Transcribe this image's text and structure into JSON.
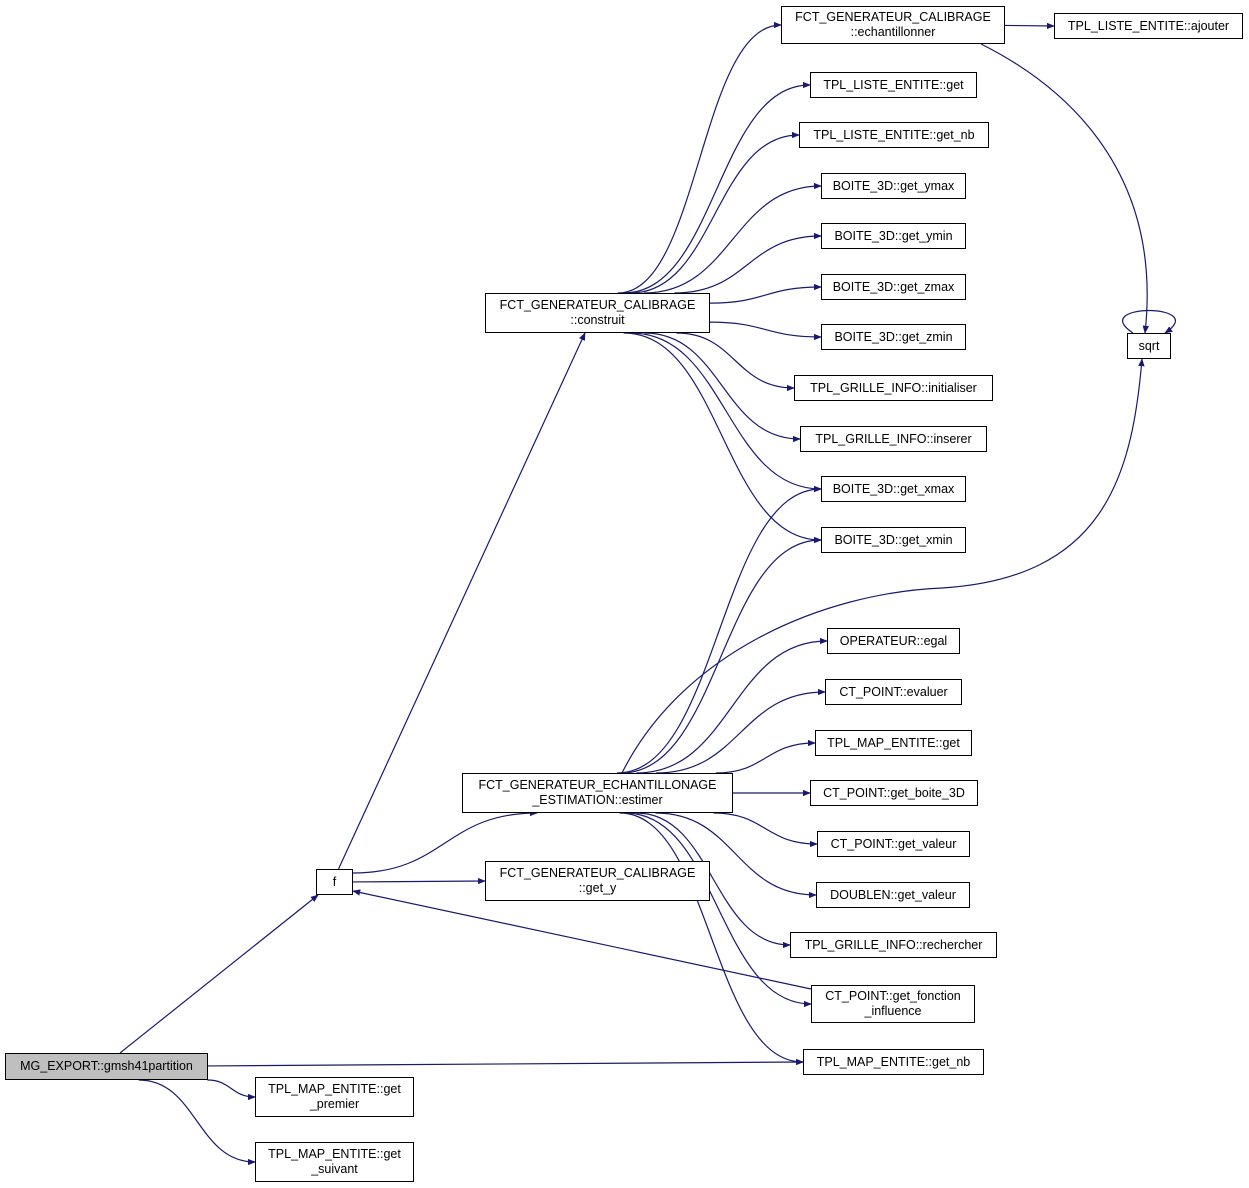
{
  "diagram": {
    "type": "call-graph",
    "edge_color": "#191970",
    "root_fill": "#bfbfbf",
    "nodes": [
      {
        "id": "root",
        "lines": [
          "MG_EXPORT::gmsh41partition"
        ],
        "root": true
      },
      {
        "id": "f",
        "lines": [
          "f"
        ]
      },
      {
        "id": "construit",
        "lines": [
          "FCT_GENERATEUR_CALIBRAGE",
          "::construit"
        ]
      },
      {
        "id": "estimer",
        "lines": [
          "FCT_GENERATEUR_ECHANTILLONAGE",
          "_ESTIMATION::estimer"
        ]
      },
      {
        "id": "get_y",
        "lines": [
          "FCT_GENERATEUR_CALIBRAGE",
          "::get_y"
        ]
      },
      {
        "id": "echant",
        "lines": [
          "FCT_GENERATEUR_CALIBRAGE",
          "::echantillonner"
        ]
      },
      {
        "id": "ajouter",
        "lines": [
          "TPL_LISTE_ENTITE::ajouter"
        ]
      },
      {
        "id": "lget",
        "lines": [
          "TPL_LISTE_ENTITE::get"
        ]
      },
      {
        "id": "lgetnb",
        "lines": [
          "TPL_LISTE_ENTITE::get_nb"
        ]
      },
      {
        "id": "ymax",
        "lines": [
          "BOITE_3D::get_ymax"
        ]
      },
      {
        "id": "ymin",
        "lines": [
          "BOITE_3D::get_ymin"
        ]
      },
      {
        "id": "zmax",
        "lines": [
          "BOITE_3D::get_zmax"
        ]
      },
      {
        "id": "zmin",
        "lines": [
          "BOITE_3D::get_zmin"
        ]
      },
      {
        "id": "init",
        "lines": [
          "TPL_GRILLE_INFO::initialiser"
        ]
      },
      {
        "id": "inserer",
        "lines": [
          "TPL_GRILLE_INFO::inserer"
        ]
      },
      {
        "id": "xmax",
        "lines": [
          "BOITE_3D::get_xmax"
        ]
      },
      {
        "id": "xmin",
        "lines": [
          "BOITE_3D::get_xmin"
        ]
      },
      {
        "id": "sqrt",
        "lines": [
          "sqrt"
        ]
      },
      {
        "id": "egal",
        "lines": [
          "OPERATEUR::egal"
        ]
      },
      {
        "id": "evaluer",
        "lines": [
          "CT_POINT::evaluer"
        ]
      },
      {
        "id": "mapget",
        "lines": [
          "TPL_MAP_ENTITE::get"
        ]
      },
      {
        "id": "boite3d",
        "lines": [
          "CT_POINT::get_boite_3D"
        ]
      },
      {
        "id": "ctvaleur",
        "lines": [
          "CT_POINT::get_valeur"
        ]
      },
      {
        "id": "dbvaleur",
        "lines": [
          "DOUBLEN::get_valeur"
        ]
      },
      {
        "id": "rech",
        "lines": [
          "TPL_GRILLE_INFO::rechercher"
        ]
      },
      {
        "id": "fonction",
        "lines": [
          "CT_POINT::get_fonction",
          "_influence"
        ]
      },
      {
        "id": "mapgetnb",
        "lines": [
          "TPL_MAP_ENTITE::get_nb"
        ]
      },
      {
        "id": "premier",
        "lines": [
          "TPL_MAP_ENTITE::get",
          "_premier"
        ]
      },
      {
        "id": "suivant",
        "lines": [
          "TPL_MAP_ENTITE::get",
          "_suivant"
        ]
      }
    ],
    "edges": [
      {
        "from": "root",
        "to": "f"
      },
      {
        "from": "root",
        "to": "mapgetnb"
      },
      {
        "from": "root",
        "to": "premier"
      },
      {
        "from": "root",
        "to": "suivant"
      },
      {
        "from": "f",
        "to": "construit"
      },
      {
        "from": "f",
        "to": "estimer"
      },
      {
        "from": "f",
        "to": "get_y"
      },
      {
        "from": "fonction",
        "to": "f"
      },
      {
        "from": "construit",
        "to": "echant"
      },
      {
        "from": "construit",
        "to": "lget"
      },
      {
        "from": "construit",
        "to": "lgetnb"
      },
      {
        "from": "construit",
        "to": "ymax"
      },
      {
        "from": "construit",
        "to": "ymin"
      },
      {
        "from": "construit",
        "to": "zmax"
      },
      {
        "from": "construit",
        "to": "zmin"
      },
      {
        "from": "construit",
        "to": "init"
      },
      {
        "from": "construit",
        "to": "inserer"
      },
      {
        "from": "construit",
        "to": "xmax"
      },
      {
        "from": "construit",
        "to": "xmin"
      },
      {
        "from": "echant",
        "to": "ajouter"
      },
      {
        "from": "echant",
        "to": "sqrt"
      },
      {
        "from": "sqrt",
        "to": "sqrt"
      },
      {
        "from": "estimer",
        "to": "xmax"
      },
      {
        "from": "estimer",
        "to": "xmin"
      },
      {
        "from": "estimer",
        "to": "sqrt"
      },
      {
        "from": "estimer",
        "to": "egal"
      },
      {
        "from": "estimer",
        "to": "evaluer"
      },
      {
        "from": "estimer",
        "to": "mapget"
      },
      {
        "from": "estimer",
        "to": "boite3d"
      },
      {
        "from": "estimer",
        "to": "ctvaleur"
      },
      {
        "from": "estimer",
        "to": "dbvaleur"
      },
      {
        "from": "estimer",
        "to": "rech"
      },
      {
        "from": "estimer",
        "to": "fonction"
      },
      {
        "from": "estimer",
        "to": "mapgetnb"
      }
    ]
  }
}
